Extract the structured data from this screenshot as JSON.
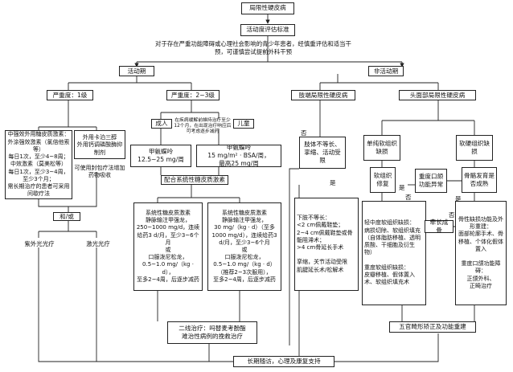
{
  "nodes": {
    "top": "局限性硬皮病",
    "activity": "活动度评估标准",
    "note": "对于存在严重功能障碍或心理社会影响的青少年患者，经慎重评估和适当干预，可谨慎尝试提前外科干预",
    "active": "活动期",
    "inactive": "非活动期",
    "sev1": "严重度：1级",
    "sev23": "严重度：2~3级",
    "limb": "肢端局限性硬皮病",
    "head": "头面部局限性硬皮病",
    "topical": "中强效外用糖皮质激素：外涂强效激素（氯倍他索等）\n每日1次，至少4~8周；\n中效激素（莫美松等）\n每日1次，至少3~4周，至少3个月；\n需长期治疗的患者可采用间歇疗法",
    "tacro": "外用卡泊三醇\n外用钙调磷酸酶抑制剂",
    "envelope": "可使用封包疗法增加药物吸收",
    "adult": "成人",
    "child": "儿童",
    "mtx_note": "在疾病缓解前維持治疗至少12个月，在出现治疗响应后可考虑逐步减药",
    "mtx_adult": "甲氨蝶呤\n12.5~25 mg/周",
    "mtx_child": "甲氨蝶呤\n15 mg/m² · BSA/周，\n最高25 mg/周",
    "combo": "配合系统性糖皮质激素",
    "and_or": "和/或",
    "uva": "紫外光光疗",
    "laser": "激光光疗",
    "steroid_adult": "系统性糖皮质激素\n静脉输注甲强龙，250~1000 mg/d，连续给药3 d/月，至少3~6个月\n或\n口服泼尼松龙，\n0.5~1.0 mg/（kg · d），\n至多2~4周，后逐步减药",
    "steroid_child": "系统性糖皮质激素\n静脉输注甲强龙，\n30 mg/（kg · d）（至多1000 mg/d），连续给药3 d/月，至少3~6个月\n或\n口服泼尼松龙，\n0.5~1.0 mg/（kg · d）\n（推荐2~3次服用），\n至多2~4周，后逐步减药",
    "second_line": "二线治疗：吗替麦考酚酯\n难治性病例的挽救治疗",
    "longterm": "长期随访，心理及康复支持",
    "limb_check": "肢体不等长、挛缩、活动受限",
    "limb_surgery": "下肢不等长：\n<2 cm佩戴鞋垫；\n2~4 cm佩戴鞋垫或骨骺阻滞术；\n>4 cm骨延长手术\n\n挛缩，关节活动受限\n肌腱延长术/松解术",
    "soft_only": "单纯软组织缺损",
    "soft_bone": "软硬组织缺损",
    "soft_repair": "软组织修复",
    "jaw_check": "重度口颌功能异常",
    "bone_check": "骨骼发育是否成熟",
    "soft_fill": "轻中度软组织缺损：\n病损切除、软组织填充（自体脂肪移植、透明质酸、干细胞及衍生物）\n\n重度软组织缺损：\n皮瓣移植、假体置入术、软组织填充术",
    "wait": "牵长成骨",
    "bone_repair": "骨性缺损功能及外形重建：\n面部轮廓手术、骨移植、个体化假体置入\n\n重度口颌功能障碍：\n正颌外科、\n正畸治疗",
    "facial_rehab": "五官畸形矫正及功能重建"
  },
  "edge_labels": {
    "no_left": "否",
    "yes_left": "是",
    "no_mid": "否",
    "yes_mid": "是",
    "yes_right": "是",
    "no_right": "否"
  },
  "colors": {
    "line": "#222222",
    "box_border": "#222222",
    "background": "#ffffff"
  }
}
